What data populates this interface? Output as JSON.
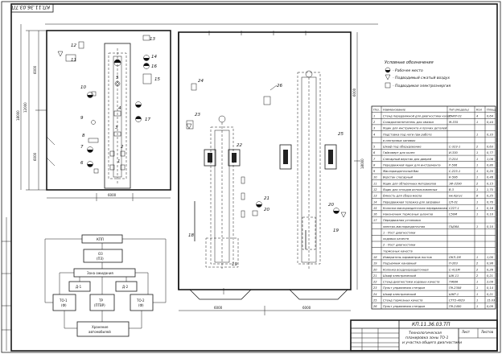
{
  "stamp_top": "КП.11.36.03.ТП",
  "title_block": {
    "code": "КП.11.36.03.ТП",
    "title_lines": [
      "Технологическая",
      "планировка зоны ТО-1",
      "и участка общего диагностики"
    ],
    "sheet": "Лист",
    "sheets": "Листов"
  },
  "legend": {
    "heading": "Условные обозначения",
    "items": [
      "- Рабочее место",
      "- Подводимый сжатый воздух",
      "- Подводимая электроэнергия"
    ]
  },
  "dimensions": {
    "plan_height_total": "18000",
    "left_upper": "6000",
    "left_middle": "6000",
    "left_lower": "6000",
    "left_bay_width": "6000",
    "bottom_middle": "6000",
    "bottom_right": "6000",
    "right_total": "18000",
    "left_outer": "12000"
  },
  "flow_diagram": {
    "top": "КПП",
    "main": [
      "ОЗ",
      "(ПЗ)"
    ],
    "wait": "Зона ожидания",
    "d1": "Д-1",
    "d2": "Д-2",
    "to1": [
      "ТО-1",
      "(Ф)"
    ],
    "tr": [
      "ТР",
      "(ПТВР)"
    ],
    "to2": [
      "ТО-2",
      "(Ф)"
    ],
    "storage": [
      "Хранение",
      "автомобилей"
    ]
  },
  "spec_table": {
    "headers": [
      "Поз.",
      "Наименование",
      "Тип (модель)",
      "Кол",
      "Площ."
    ],
    "rows": [
      [
        "1",
        "Стенд передвижной для диагностики колес",
        "ПНКР-01",
        "4",
        "0,64"
      ],
      [
        "2",
        "Солидолнагнетатель для смазки",
        "М-335",
        "1",
        "0,44"
      ],
      [
        "3",
        "Ящик для инструмента и прочих деталей",
        "",
        "",
        ""
      ],
      [
        "4",
        "Подставка под ноги при работе",
        "",
        "1",
        "0,33"
      ],
      [
        "",
        "в смотровых канавах",
        "",
        "",
        ""
      ],
      [
        "5",
        "Шкаф под оборудование",
        "С-323-1",
        "2",
        "0,63"
      ],
      [
        "6",
        "Гайковерт для колес",
        "И-330",
        "1",
        "0,77"
      ],
      [
        "7",
        "Слесарный верстак для дверей",
        "П-254",
        "1",
        "1,06"
      ],
      [
        "8",
        "Передвижной ящик для инструмента",
        "Р-506",
        "1",
        "0,80"
      ],
      [
        "9",
        "Маслораздаточный бак",
        "С-223-1",
        "1",
        "0,20"
      ],
      [
        "10",
        "Верстак слесарный",
        "К-506",
        "1",
        "0,46"
      ],
      [
        "11",
        "Ящик для обтирочных материалов",
        "1Ф-2290",
        "2",
        "0,15"
      ],
      [
        "12",
        "Ящик для отходов использованных",
        "В-3",
        "1",
        "1,75"
      ],
      [
        "13",
        "Ёмкость для сбора масла",
        "мк-Аргус",
        "8",
        "0,25"
      ],
      [
        "14",
        "Передвижная тележка для заправки",
        "СП-01",
        "1",
        "0,70"
      ],
      [
        "15",
        "Колонка маслораздаточная передвижная",
        "С227-1",
        "1",
        "0,16"
      ],
      [
        "16",
        "Наконечник тормозных шлангов",
        "С50М",
        "1",
        "0,10"
      ],
      [
        "17",
        "Передвижная установка",
        "",
        "",
        ""
      ],
      [
        "",
        "электро-маслораздаточная",
        "ПЦ06А",
        "1",
        "0,10"
      ],
      [
        "",
        "1 - Пост диагностики",
        "",
        "",
        ""
      ],
      [
        "",
        "ходовых качеств",
        "",
        "",
        ""
      ],
      [
        "",
        "2 - Пост диагностики",
        "",
        "",
        ""
      ],
      [
        "",
        "тормозных качеств",
        "",
        "",
        ""
      ],
      [
        "18",
        "Измеритель параметров постов",
        "ОКЛ-1М",
        "1",
        "1,00"
      ],
      [
        "19",
        "Подъемник канавный",
        "П-263",
        "2",
        "0,96"
      ],
      [
        "20",
        "Колонка воздухораздаточная",
        "С-411М",
        "2",
        "0,26"
      ],
      [
        "21",
        "Шкаф электрический",
        "ШК-11",
        "2",
        "0,21"
      ],
      [
        "22",
        "Стенд диагностики ходовых качеств",
        "ТЖИА",
        "1",
        "2,09"
      ],
      [
        "23",
        "Пульт управления стендом",
        "П9-2308",
        "1",
        "0,14"
      ],
      [
        "24",
        "Шкаф электрический",
        "ШКР-1",
        "1",
        "0,21"
      ],
      [
        "25",
        "Стенд тормозных качеств",
        "СТТ2-4029",
        "1",
        "15,03"
      ],
      [
        "26",
        "Пульт управления стендом",
        "П9-2400",
        "1",
        "0,09"
      ]
    ]
  },
  "positions_left": [
    "1",
    "2",
    "3",
    "4",
    "5",
    "6",
    "7",
    "8",
    "9",
    "10",
    "11",
    "12",
    "13",
    "14",
    "15",
    "16",
    "17"
  ],
  "positions_right": [
    "18",
    "19",
    "20",
    "21",
    "22",
    "23",
    "24",
    "25",
    "26",
    "19",
    "20"
  ]
}
